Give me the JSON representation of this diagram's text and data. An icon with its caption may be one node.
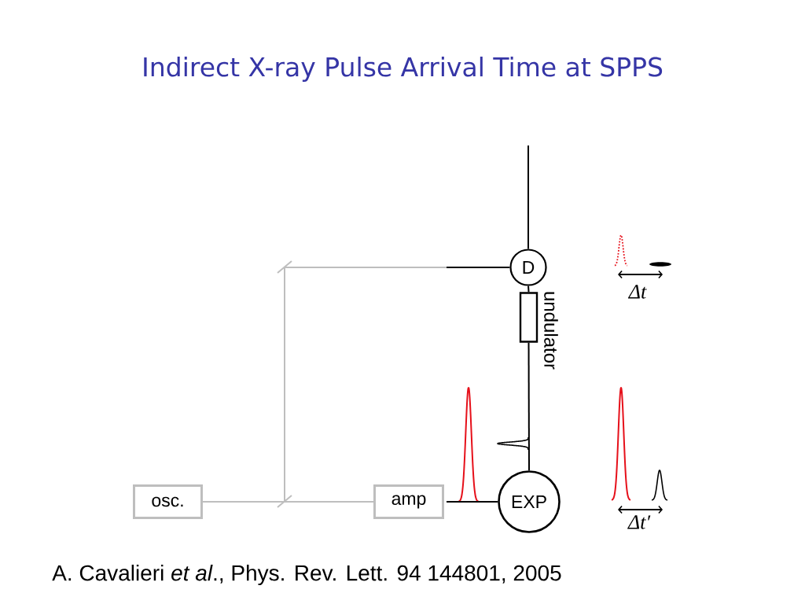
{
  "diagram": {
    "title": "Indirect X-ray Pulse Arrival Time at SPPS",
    "caption": "A. Cavalieri *et al*., Phys. Rev. Lett. 94 144801, 2005",
    "nodes": [
      {
        "text": [
          "osc."
        ]
      },
      {
        "text": [
          "amp"
        ]
      },
      {
        "text": [
          "D"
        ]
      },
      {
        "text": [],
        "shape": "box",
        "beside": [
          "undulator"
        ]
      },
      {
        "text": [
          "EXP"
        ]
      }
    ],
    "edges": [
      {
        "from": 0,
        "to": 1,
        "arrow": "none",
        "color": "#bebebe"
      },
      {
        "from": 0,
        "to": 2,
        "arrow": "none",
        "color": "#bebebe"
      },
      {
        "from": 1,
        "to": 4,
        "arrow": "none"
      },
      {
        "from": null,
        "to": 2,
        "arrow": "none"
      },
      {
        "from": 2,
        "to": 3,
        "arrow": "none"
      },
      {
        "from": 3,
        "to": 4,
        "arrow": "none"
      }
    ],
    "labels": [
      "Δt",
      "Δt′"
    ]
  }
}
